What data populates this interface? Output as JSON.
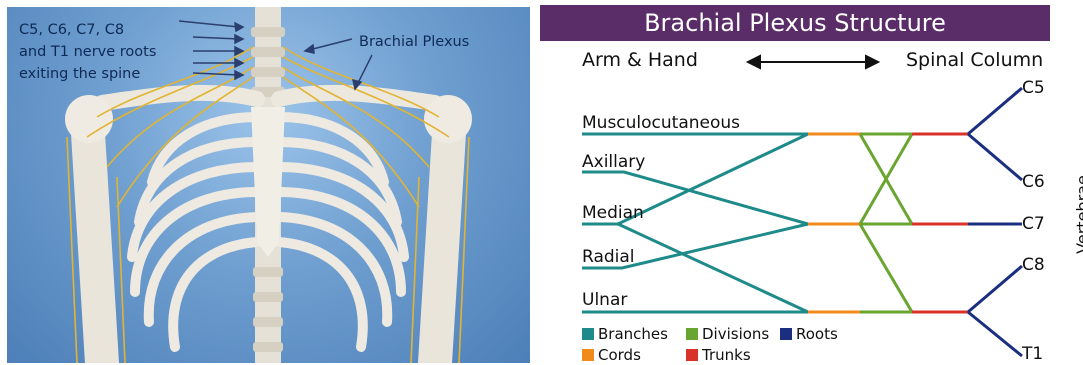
{
  "anatomy": {
    "roots_caption": [
      "C5, C6, C7, C8",
      "and T1 nerve roots",
      "exiting the spine"
    ],
    "plexus_label": "Brachial Plexus"
  },
  "diagram": {
    "title": "Brachial Plexus Structure",
    "left_header": "Arm & Hand",
    "right_header": "Spinal Column",
    "direction_icon": "double-headed-arrow",
    "axis_label": "Vertebrae",
    "branches": [
      "Musculocutaneous",
      "Axillary",
      "Median",
      "Radial",
      "Ulnar"
    ],
    "roots": [
      "C5",
      "C6",
      "C7",
      "C8",
      "T1"
    ],
    "legend": [
      {
        "label": "Branches",
        "color": "#1f8a8a"
      },
      {
        "label": "Divisions",
        "color": "#6aa531"
      },
      {
        "label": "Roots",
        "color": "#1b2f80"
      },
      {
        "label": "Cords",
        "color": "#f28a1b"
      },
      {
        "label": "Trunks",
        "color": "#d9322a"
      }
    ]
  }
}
